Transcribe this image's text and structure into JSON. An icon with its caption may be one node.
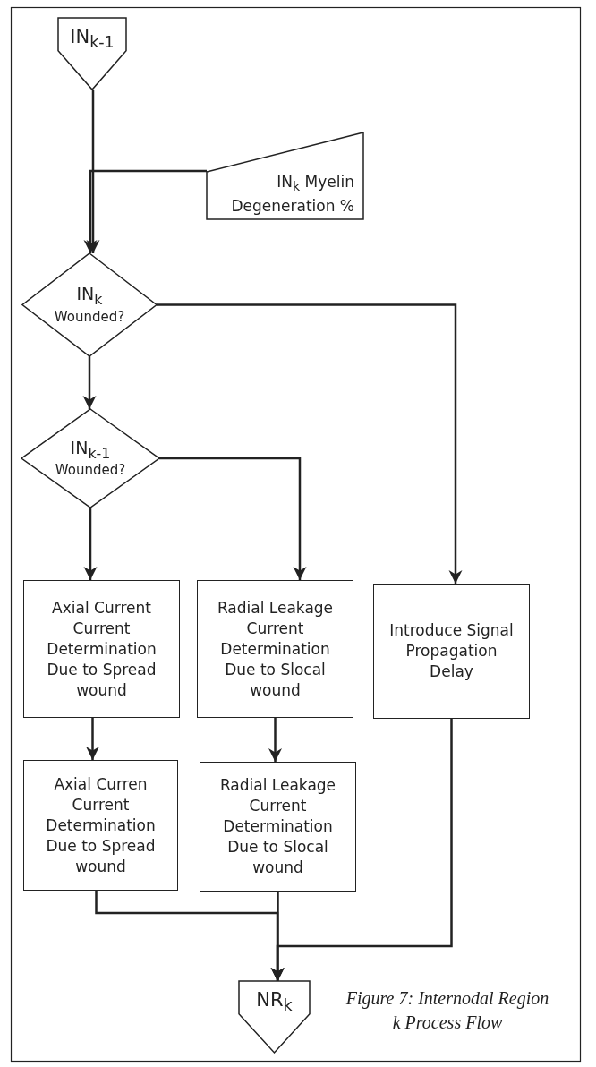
{
  "diagram": {
    "caption": "Figure 7: Internodal Region k Process Flow",
    "nodes": [
      {
        "text": [
          "IN$_{k-1}$"
        ]
      },
      {
        "text": [
          "IN$_{k}$ Myelin Degeneration %"
        ]
      },
      {
        "text": [
          "IN$_{k}$",
          "Wounded?"
        ]
      },
      {
        "text": [
          "IN$_{k-1}$",
          "Wounded?"
        ]
      },
      {
        "text": [
          "Axial Current Current Determination Due to Spread wound"
        ]
      },
      {
        "text": [
          "Radial Leakage Current Determination Due to Slocal wound"
        ]
      },
      {
        "text": [
          "Introduce Signal Propagation Delay"
        ]
      },
      {
        "text": [
          "Axial Curren Current Determination Due to Spread wound"
        ]
      },
      {
        "text": [
          "Radial Leakage Current Determination Due to Slocal wound"
        ]
      },
      {
        "text": [
          "NR$_{k}$"
        ]
      }
    ],
    "edges": [
      {
        "from": 0,
        "to": 2,
        "arrow": "to"
      },
      {
        "from": 1,
        "to": 2,
        "arrow": "to"
      },
      {
        "from": 2,
        "to": 3,
        "arrow": "to"
      },
      {
        "from": 2,
        "to": 6,
        "arrow": "to"
      },
      {
        "from": 3,
        "to": 4,
        "arrow": "to"
      },
      {
        "from": 3,
        "to": 5,
        "arrow": "to"
      },
      {
        "from": 4,
        "to": 7,
        "arrow": "to"
      },
      {
        "from": 5,
        "to": 8,
        "arrow": "to"
      },
      {
        "from": 7,
        "to": 9,
        "arrow": "to"
      },
      {
        "from": 8,
        "to": 9,
        "arrow": "to"
      },
      {
        "from": 6,
        "to": 9,
        "arrow": "to"
      }
    ]
  }
}
